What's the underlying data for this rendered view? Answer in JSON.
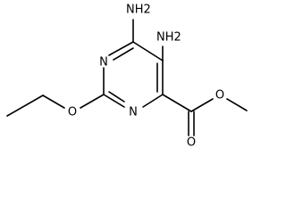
{
  "molecule": {
    "atoms": {
      "amino_top": "NH2",
      "amino_right": "NH2",
      "ring_nitrogen_left": "N",
      "ring_nitrogen_right": "N",
      "ether_oxygen": "O",
      "ester_oxygen": "O",
      "carbonyl_oxygen": "O"
    },
    "colors": {
      "bond": "#000000",
      "label": "#000000",
      "background": "#ffffff"
    }
  }
}
